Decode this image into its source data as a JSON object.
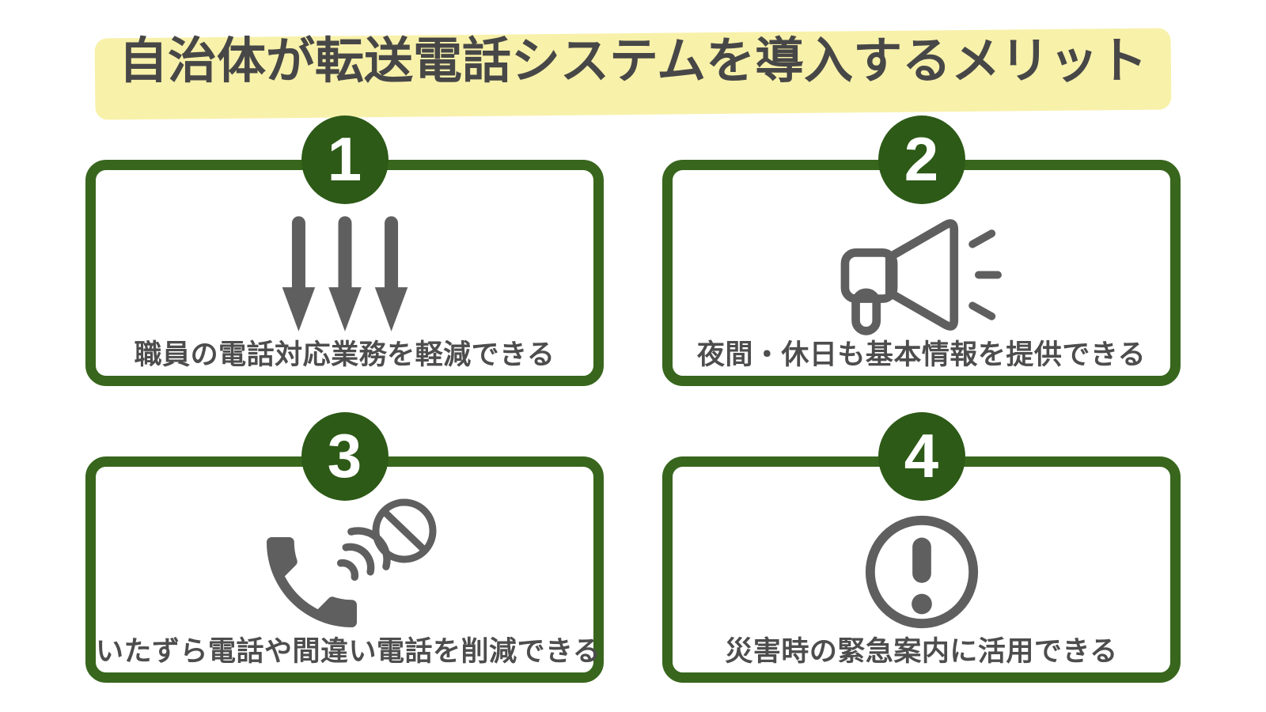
{
  "page": {
    "background": "#ffffff"
  },
  "title": {
    "text": "自治体が転送電話システムを導入するメリット",
    "highlight_color": "#f8f1aa",
    "text_color": "#474747"
  },
  "colors": {
    "card_border_green": "#38661d",
    "badge_green": "#2d5a17",
    "icon_gray": "#5f5f5f",
    "caption_gray": "#4d4d4d"
  },
  "cards": [
    {
      "number": "1",
      "caption": "職員の電話対応業務を軽減できる",
      "icon": "triple-down-arrows-icon"
    },
    {
      "number": "2",
      "caption": "夜間・休日も基本情報を提供できる",
      "icon": "megaphone-icon"
    },
    {
      "number": "3",
      "caption": "いたずら電話や間違い電話を削減できる",
      "icon": "phone-block-icon"
    },
    {
      "number": "4",
      "caption": "災害時の緊急案内に活用できる",
      "icon": "alert-exclamation-icon"
    }
  ]
}
